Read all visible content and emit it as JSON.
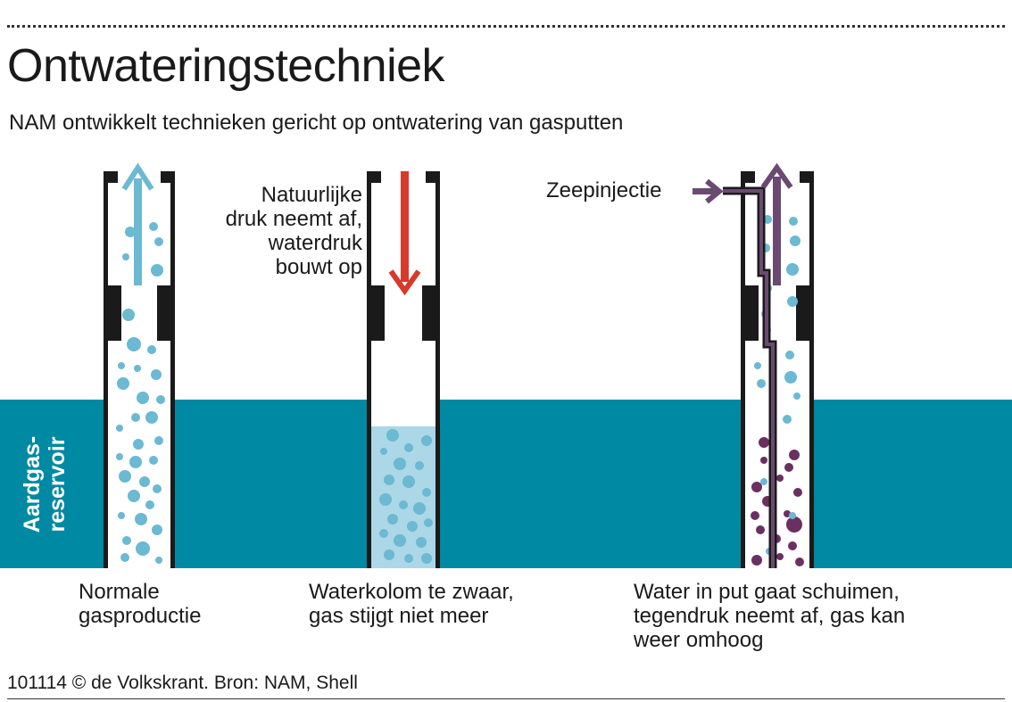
{
  "header": {
    "title": "Ontwateringstechniek",
    "subtitle": "NAM ontwikkelt technieken gericht op ontwatering van gasputten"
  },
  "reservoir": {
    "label": "Aardgas-\nreservoir",
    "color": "#0089a3"
  },
  "wells": [
    {
      "id": "normal",
      "caption": "Normale\ngasproductie",
      "arrow_color": "#6bb9d2"
    },
    {
      "id": "water",
      "annotation": "Natuurlijke\ndruk neemt af,\nwaterdruk\nbouwt op",
      "caption": "Waterkolom te zwaar,\ngas stijgt niet meer",
      "arrow_color": "#d63a2b",
      "water_color": "#acd7e6"
    },
    {
      "id": "soap",
      "annotation": "Zeepinjectie",
      "caption": "Water in put gaat schuimen,\ntegendruk neemt af, gas kan\nweer omhoog",
      "arrow_color": "#6b4a72",
      "foam_color": "#6b2f61"
    }
  ],
  "colors": {
    "pipe": "#1a1a1a",
    "bubble": "#6bb9d2"
  },
  "footer": {
    "credit": "101114 © de Volkskrant. Bron: NAM, Shell"
  }
}
